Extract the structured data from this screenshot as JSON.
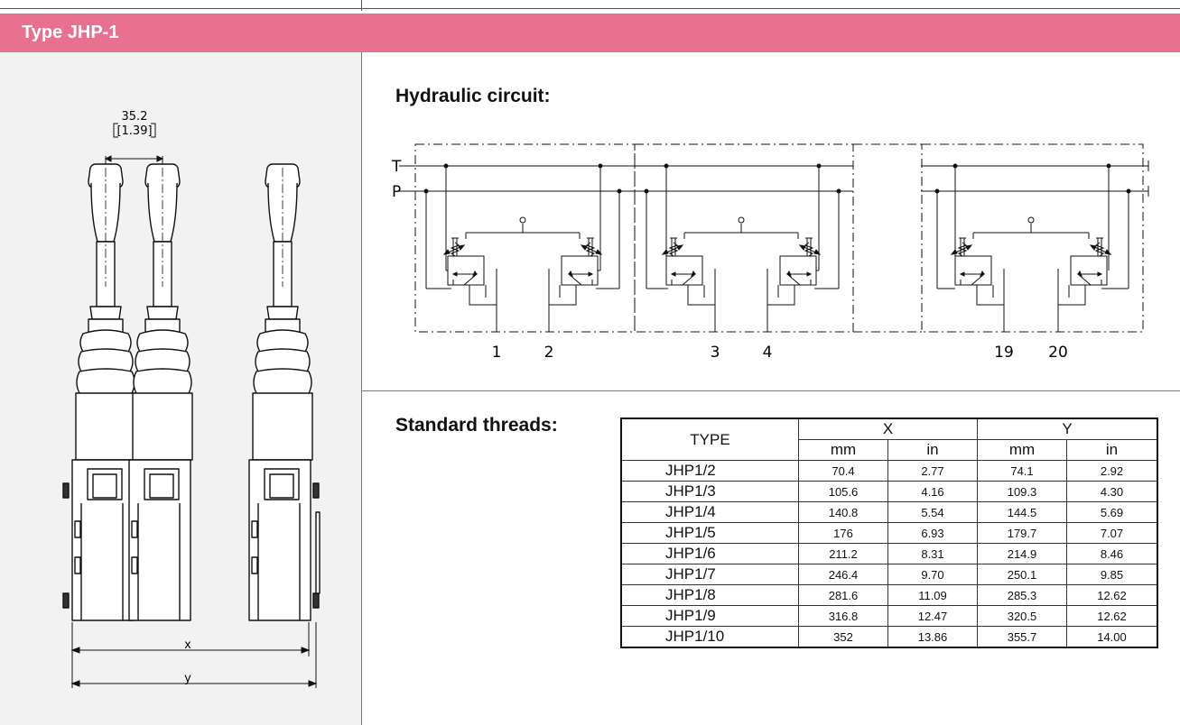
{
  "header": {
    "title": "Type JHP-1"
  },
  "drawing": {
    "dimension_value": "35.2",
    "dimension_value_in": "[1.39]",
    "x_label": "x",
    "y_label": "y"
  },
  "circuit": {
    "title": "Hydraulic circuit:",
    "line_t": "T",
    "line_p": "P",
    "ports": [
      "1",
      "2",
      "3",
      "4",
      "19",
      "20"
    ]
  },
  "threads": {
    "title": "Standard threads:",
    "type_header": "TYPE",
    "x_header": "X",
    "y_header": "Y",
    "unit_mm": "mm",
    "unit_in": "in",
    "rows": [
      {
        "type": "JHP1/2",
        "x_mm": "70.4",
        "x_in": "2.77",
        "y_mm": "74.1",
        "y_in": "2.92"
      },
      {
        "type": "JHP1/3",
        "x_mm": "105.6",
        "x_in": "4.16",
        "y_mm": "109.3",
        "y_in": "4.30"
      },
      {
        "type": "JHP1/4",
        "x_mm": "140.8",
        "x_in": "5.54",
        "y_mm": "144.5",
        "y_in": "5.69"
      },
      {
        "type": "JHP1/5",
        "x_mm": "176",
        "x_in": "6.93",
        "y_mm": "179.7",
        "y_in": "7.07"
      },
      {
        "type": "JHP1/6",
        "x_mm": "211.2",
        "x_in": "8.31",
        "y_mm": "214.9",
        "y_in": "8.46"
      },
      {
        "type": "JHP1/7",
        "x_mm": "246.4",
        "x_in": "9.70",
        "y_mm": "250.1",
        "y_in": "9.85"
      },
      {
        "type": "JHP1/8",
        "x_mm": "281.6",
        "x_in": "11.09",
        "y_mm": "285.3",
        "y_in": "12.62"
      },
      {
        "type": "JHP1/9",
        "x_mm": "316.8",
        "x_in": "12.47",
        "y_mm": "320.5",
        "y_in": "12.62"
      },
      {
        "type": "JHP1/10",
        "x_mm": "352",
        "x_in": "13.86",
        "y_mm": "355.7",
        "y_in": "14.00"
      }
    ]
  }
}
